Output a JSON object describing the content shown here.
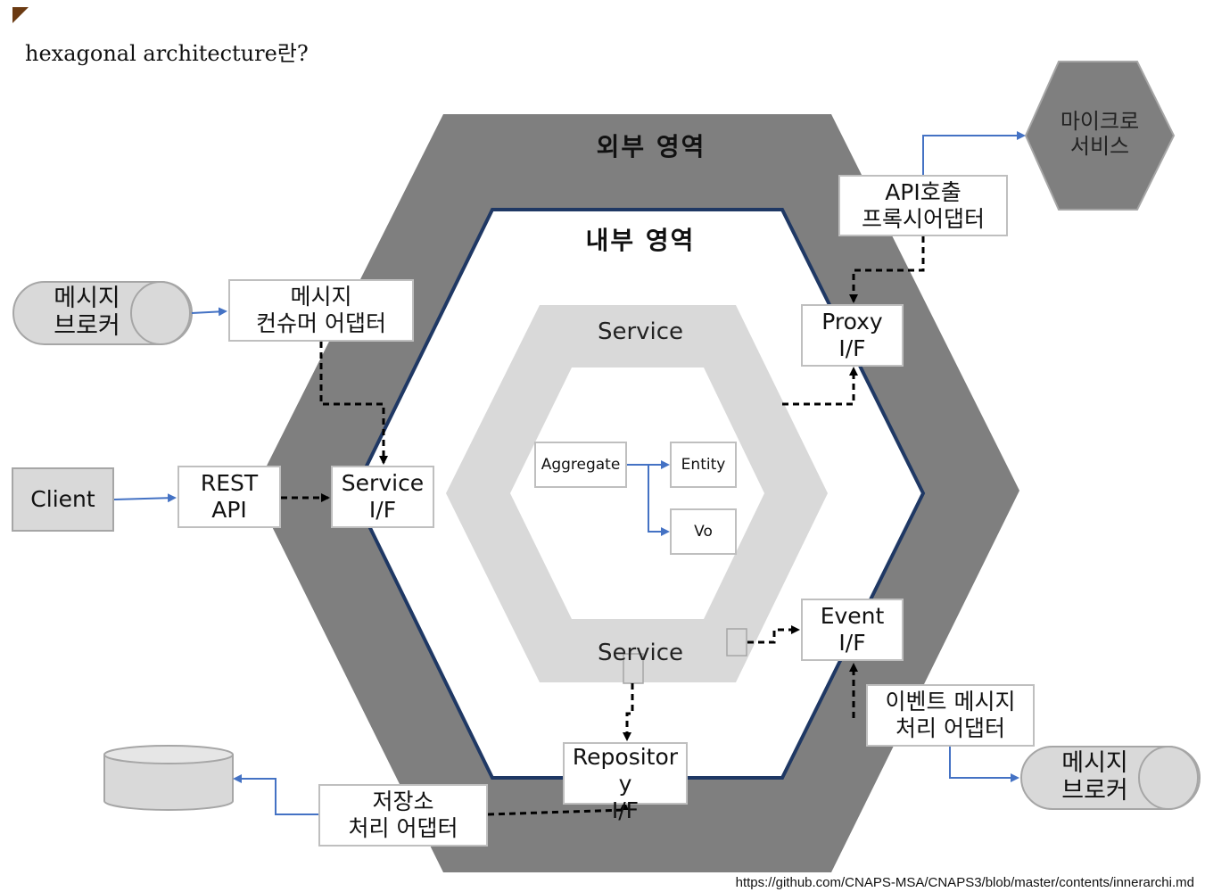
{
  "title": "hexagonal architecture란?",
  "zones": {
    "outer": "외부 영역",
    "inner": "내부 영역"
  },
  "service_top": "Service",
  "service_bottom": "Service",
  "domain": {
    "aggregate": "Aggregate",
    "entity": "Entity",
    "vo": "Vo"
  },
  "microservice": "마이크로\n서비스",
  "broker_left": "메시지\n브로커",
  "broker_right": "메시지\n브로커",
  "boxes": {
    "client": "Client",
    "rest_api": "REST\nAPI",
    "service_if": "Service\nI/F",
    "consumer_adapter": "메시지\n컨슈머 어댑터",
    "api_proxy_adapter": "API호출\n프록시어댑터",
    "proxy_if": "Proxy\nI/F",
    "event_if": "Event\nI/F",
    "event_adapter": "이벤트 메시지\n처리 어댑터",
    "repository_if": "Repositor\ny\nI/F",
    "storage_adapter": "저장소\n처리 어댑터"
  },
  "source": "https://github.com/CNAPS-MSA/CNAPS3/blob/master/contents/innerarchi.md",
  "colors": {
    "outer_hex": "#7f7f7f",
    "inner_border": "#1f3864",
    "service_hex": "#d9d9d9",
    "arrow_blue": "#4472c4"
  }
}
